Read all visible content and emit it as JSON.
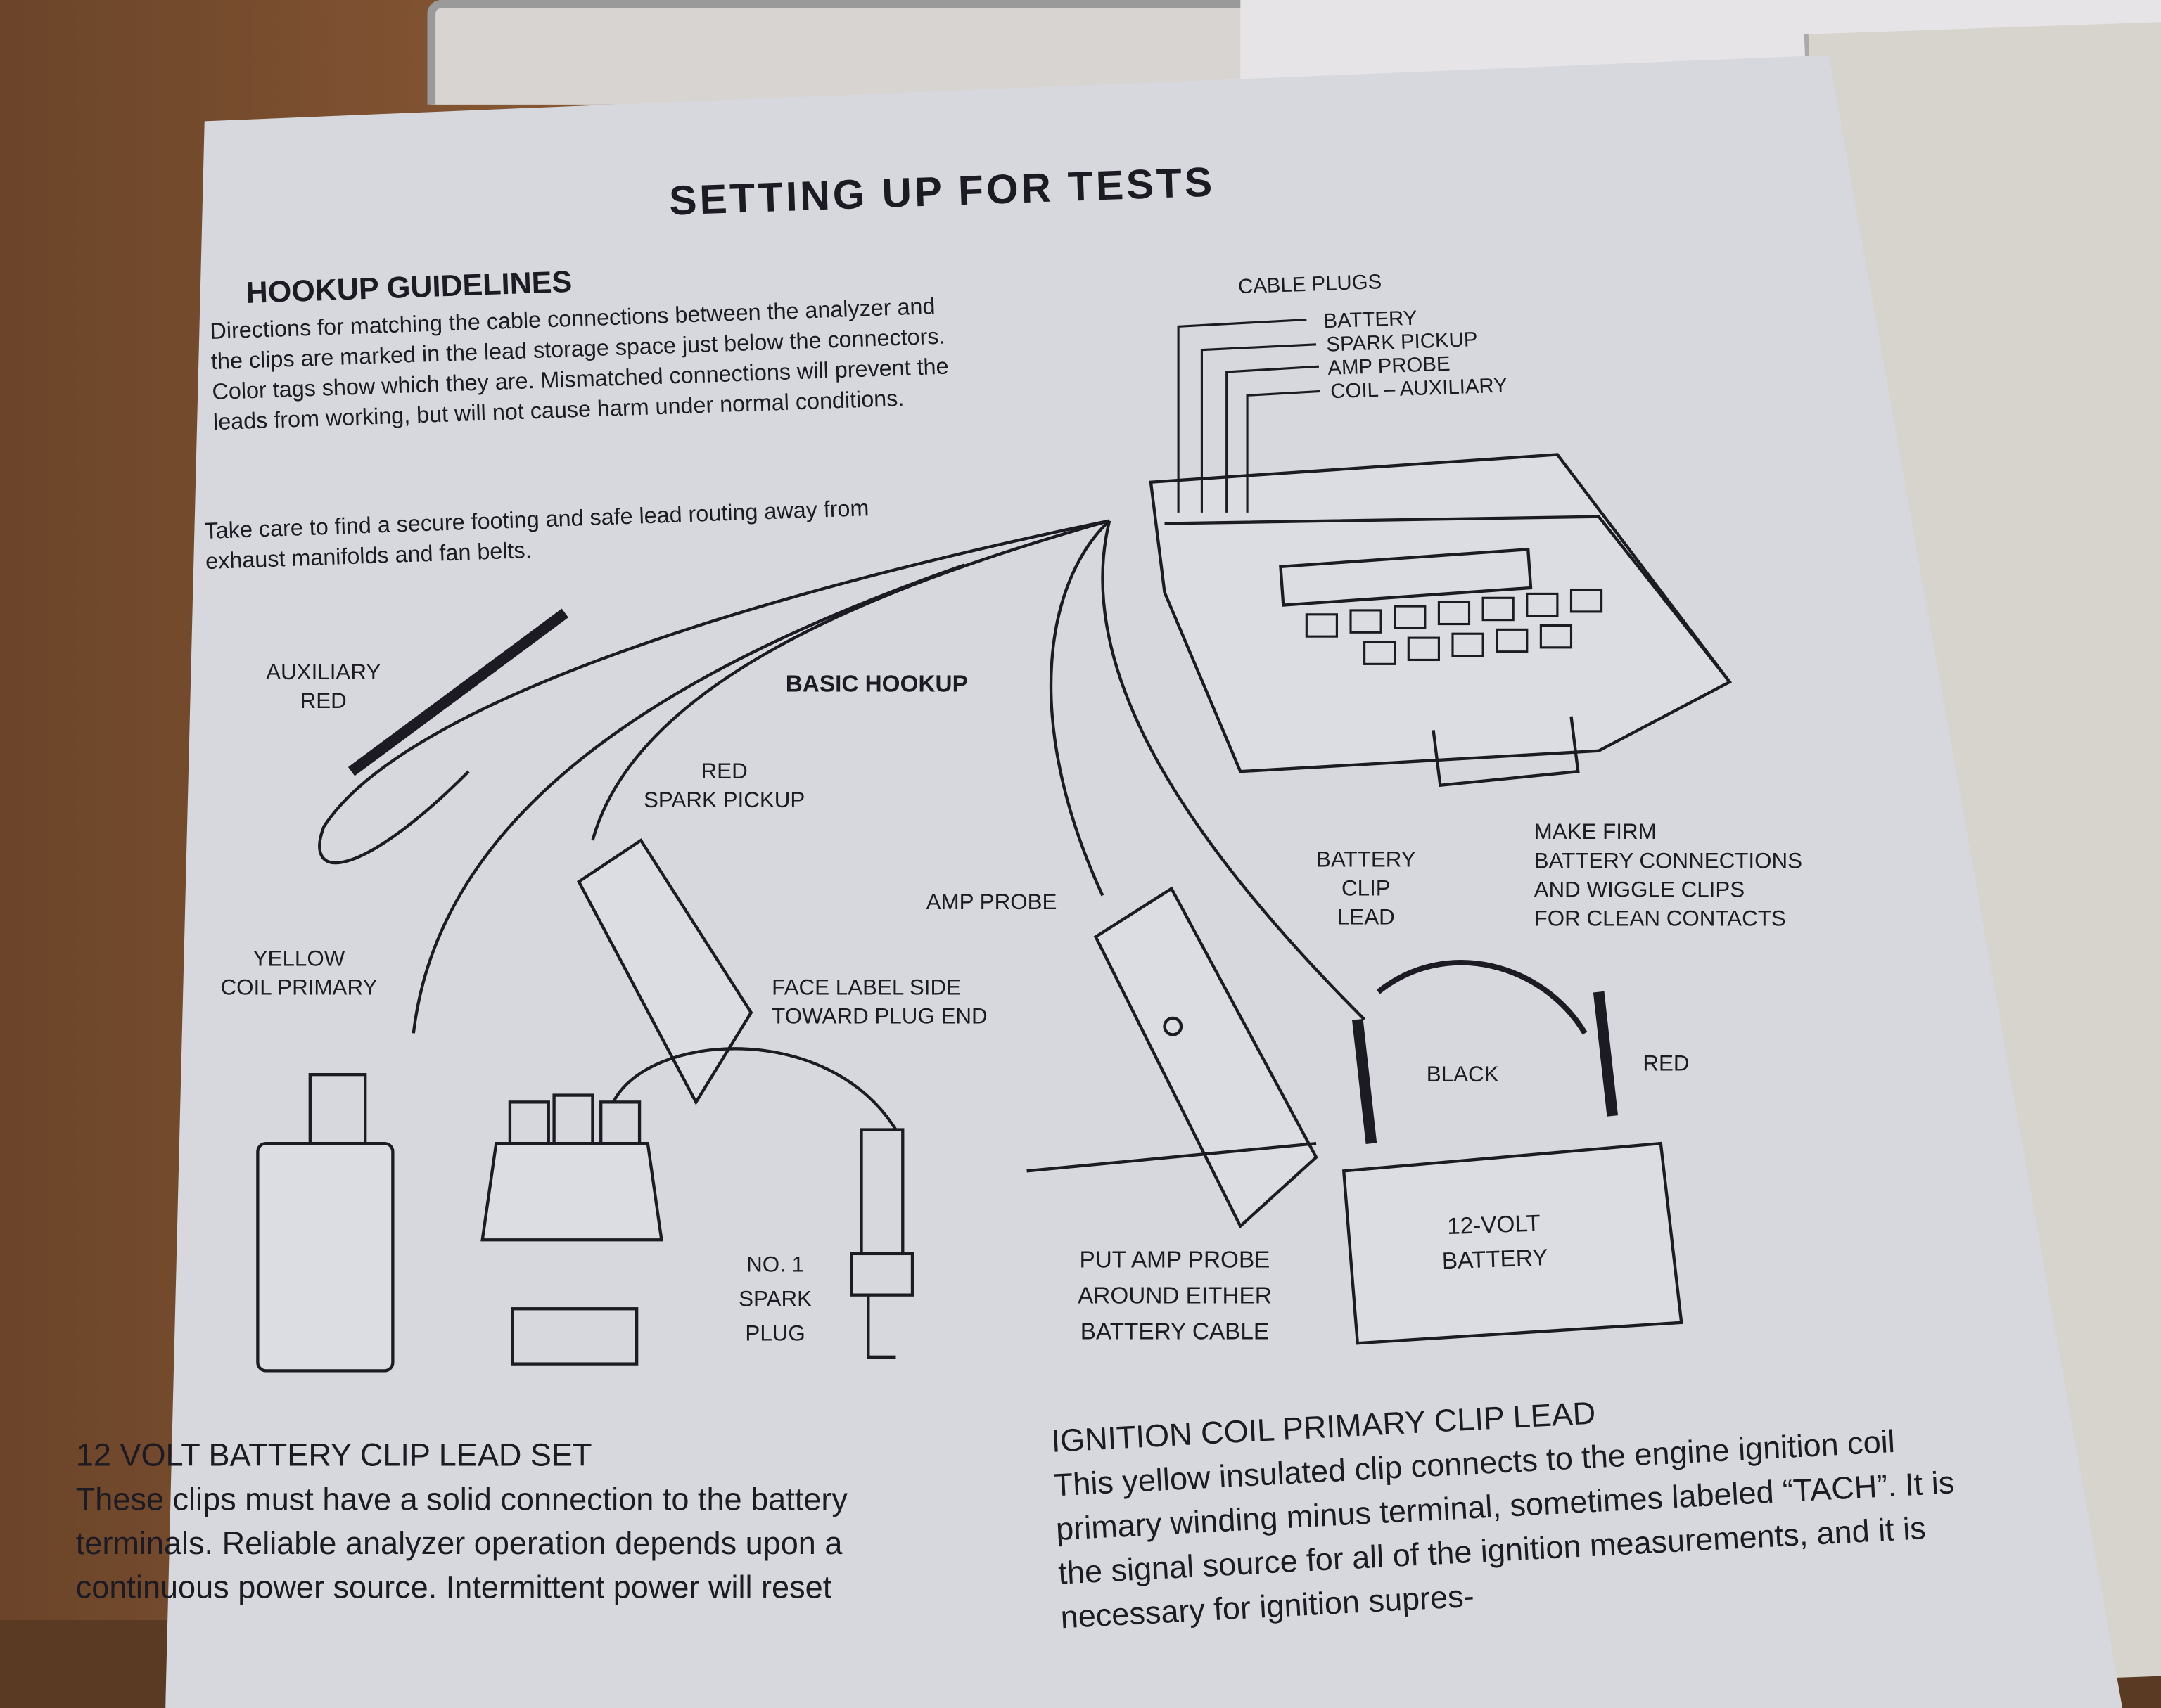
{
  "page_title": "SETTING UP FOR TESTS",
  "hookup": {
    "heading": "HOOKUP GUIDELINES",
    "para1": "Directions for matching the cable connections between the analyzer and the clips are marked in the lead storage space just below the connectors. Color tags show which they are. Mismatched connections will prevent the leads from working, but will not cause harm under normal conditions.",
    "para2": "Take care to find a secure footing and safe lead routing away from exhaust manifolds and fan belts."
  },
  "diagram": {
    "cable_plugs": "CABLE PLUGS",
    "plug_battery": "BATTERY",
    "plug_spark": "SPARK PICKUP",
    "plug_amp": "AMP PROBE",
    "plug_coil": "COIL – AUXILIARY",
    "basic_hookup": "BASIC HOOKUP",
    "aux_red": [
      "AUXILIARY",
      "RED"
    ],
    "red_spark": [
      "RED",
      "SPARK PICKUP"
    ],
    "yellow_coil": [
      "YELLOW",
      "COIL PRIMARY"
    ],
    "face_label": [
      "FACE LABEL SIDE",
      "TOWARD PLUG END"
    ],
    "amp_probe": "AMP PROBE",
    "battery_clip": [
      "BATTERY",
      "CLIP",
      "LEAD"
    ],
    "make_firm": [
      "MAKE FIRM",
      "BATTERY CONNECTIONS",
      "AND WIGGLE CLIPS",
      "FOR CLEAN CONTACTS"
    ],
    "black": "BLACK",
    "red": "RED",
    "spark_plug": [
      "NO. 1",
      "SPARK",
      "PLUG"
    ],
    "put_amp": [
      "PUT AMP PROBE",
      "AROUND EITHER",
      "BATTERY CABLE"
    ],
    "battery": [
      "12-VOLT",
      "BATTERY"
    ]
  },
  "section_battery": {
    "heading": "12 VOLT BATTERY CLIP LEAD SET",
    "text": "These clips must have a solid connection to the battery terminals. Reliable analyzer operation depends upon a continuous power source. Intermittent power will reset"
  },
  "section_coil": {
    "heading": "IGNITION COIL PRIMARY CLIP LEAD",
    "text": "This yellow insulated clip connects to the engine ignition coil primary winding minus terminal, sometimes labeled “TACH”. It is the signal source for all of the ignition measurements, and it is necessary for ignition supres-"
  }
}
